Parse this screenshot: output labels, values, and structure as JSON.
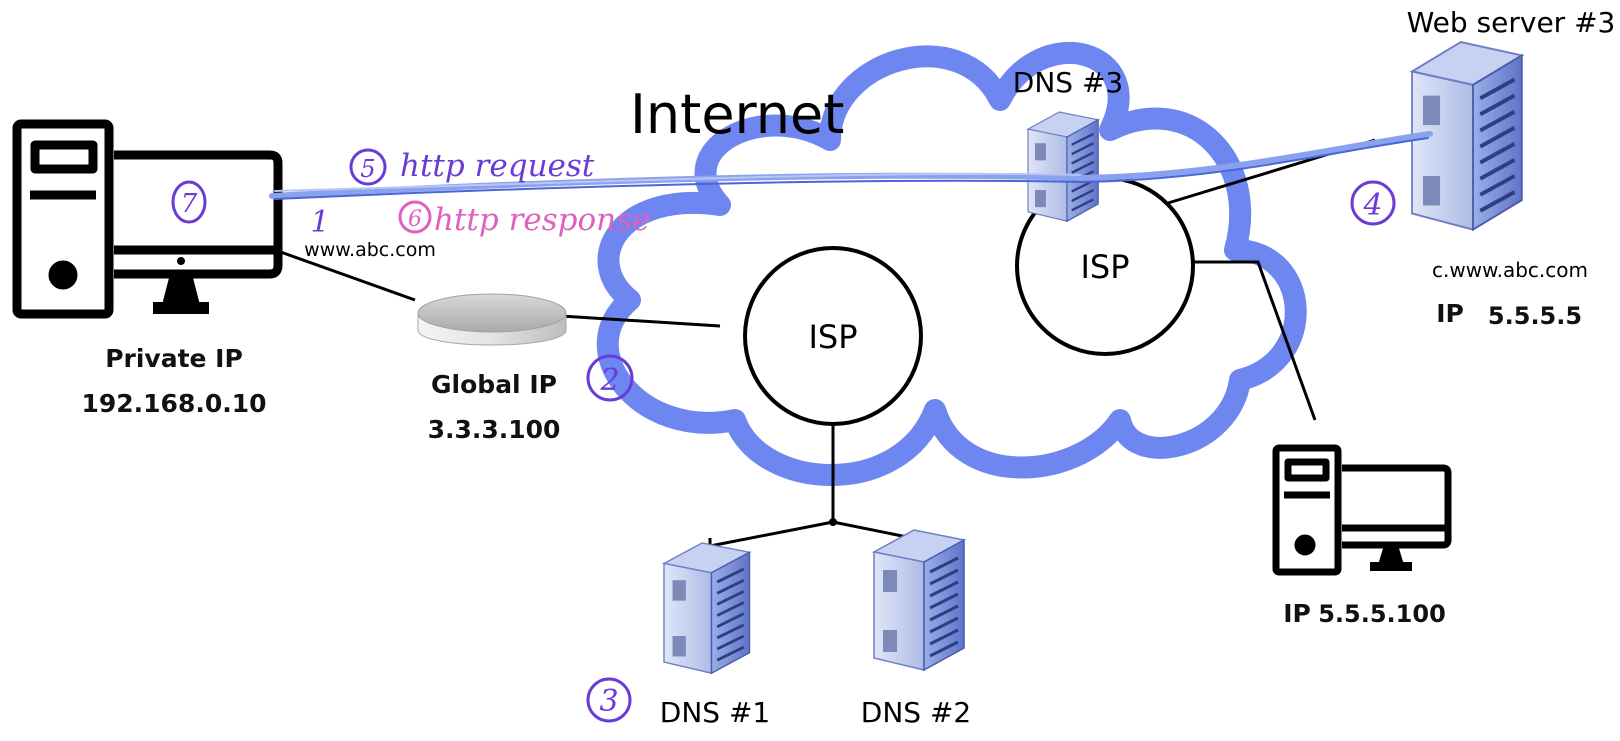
{
  "cloud": {
    "label": "Internet"
  },
  "isp_left": {
    "label": "ISP"
  },
  "isp_right": {
    "label": "ISP"
  },
  "client": {
    "ip_label": "Private IP",
    "ip_value": "192.168.0.10",
    "step_number": "7"
  },
  "router": {
    "ip_label": "Global IP",
    "ip_value": "3.3.3.100",
    "step_number": "2"
  },
  "request": {
    "step_number": "1",
    "url": "www.abc.com",
    "http_request_number": "5",
    "http_request_label": "http request",
    "http_response_number": "6",
    "http_response_label": "http response"
  },
  "dns3": {
    "label": "DNS #3"
  },
  "dns1": {
    "label": "DNS #1"
  },
  "dns2": {
    "label": "DNS #2"
  },
  "dns_step_number": "3",
  "web_server": {
    "title": "Web server #3",
    "hostname": "c.www.abc.com",
    "ip_label": "IP",
    "ip_value": "5.5.5.5",
    "step_number": "4"
  },
  "other_pc": {
    "ip_label": "IP",
    "ip_value": "5.5.5.100"
  },
  "colors": {
    "cloud": "#6e86f0",
    "line_blue": "#5b7de8",
    "step_blue": "#6a3bd6",
    "step_pink": "#e05fbf"
  }
}
